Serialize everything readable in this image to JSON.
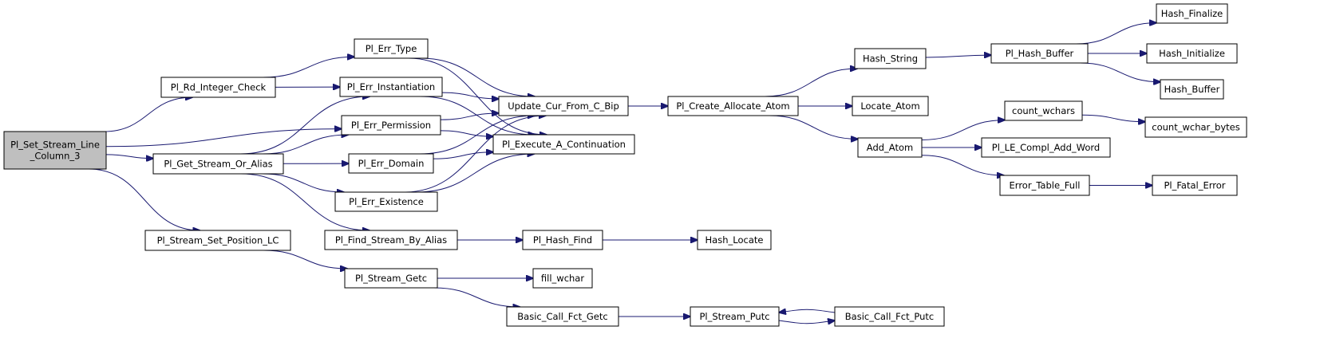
{
  "graph": {
    "root": "Pl_Set_Stream_Line_Column_3",
    "nodes": [
      {
        "id": "root",
        "label": [
          "Pl_Set_Stream_Line",
          "_Column_3"
        ]
      },
      {
        "id": "rd_int",
        "label": [
          "Pl_Rd_Integer_Check"
        ]
      },
      {
        "id": "get_stream",
        "label": [
          "Pl_Get_Stream_Or_Alias"
        ]
      },
      {
        "id": "set_pos",
        "label": [
          "Pl_Stream_Set_Position_LC"
        ]
      },
      {
        "id": "err_type",
        "label": [
          "Pl_Err_Type"
        ]
      },
      {
        "id": "err_inst",
        "label": [
          "Pl_Err_Instantiation"
        ]
      },
      {
        "id": "err_perm",
        "label": [
          "Pl_Err_Permission"
        ]
      },
      {
        "id": "err_dom",
        "label": [
          "Pl_Err_Domain"
        ]
      },
      {
        "id": "err_exist",
        "label": [
          "Pl_Err_Existence"
        ]
      },
      {
        "id": "find_alias",
        "label": [
          "Pl_Find_Stream_By_Alias"
        ]
      },
      {
        "id": "getc",
        "label": [
          "Pl_Stream_Getc"
        ]
      },
      {
        "id": "update_cur",
        "label": [
          "Update_Cur_From_C_Bip"
        ]
      },
      {
        "id": "exec_cont",
        "label": [
          "Pl_Execute_A_Continuation"
        ]
      },
      {
        "id": "hash_find",
        "label": [
          "Pl_Hash_Find"
        ]
      },
      {
        "id": "fill_wchar",
        "label": [
          "fill_wchar"
        ]
      },
      {
        "id": "basic_getc",
        "label": [
          "Basic_Call_Fct_Getc"
        ]
      },
      {
        "id": "create_atom",
        "label": [
          "Pl_Create_Allocate_Atom"
        ]
      },
      {
        "id": "hash_locate",
        "label": [
          "Hash_Locate"
        ]
      },
      {
        "id": "putc",
        "label": [
          "Pl_Stream_Putc"
        ]
      },
      {
        "id": "hash_string",
        "label": [
          "Hash_String"
        ]
      },
      {
        "id": "locate_atom",
        "label": [
          "Locate_Atom"
        ]
      },
      {
        "id": "add_atom",
        "label": [
          "Add_Atom"
        ]
      },
      {
        "id": "basic_putc",
        "label": [
          "Basic_Call_Fct_Putc"
        ]
      },
      {
        "id": "hash_buffer",
        "label": [
          "Pl_Hash_Buffer"
        ]
      },
      {
        "id": "count_wchars",
        "label": [
          "count_wchars"
        ]
      },
      {
        "id": "le_compl",
        "label": [
          "Pl_LE_Compl_Add_Word"
        ]
      },
      {
        "id": "err_table",
        "label": [
          "Error_Table_Full"
        ]
      },
      {
        "id": "h_finalize",
        "label": [
          "Hash_Finalize"
        ]
      },
      {
        "id": "h_init",
        "label": [
          "Hash_Initialize"
        ]
      },
      {
        "id": "h_buffer",
        "label": [
          "Hash_Buffer"
        ]
      },
      {
        "id": "count_wchar_bytes",
        "label": [
          "count_wchar_bytes"
        ]
      },
      {
        "id": "fatal",
        "label": [
          "Pl_Fatal_Error"
        ]
      }
    ],
    "edges": [
      [
        "root",
        "rd_int"
      ],
      [
        "root",
        "err_perm"
      ],
      [
        "root",
        "get_stream"
      ],
      [
        "root",
        "set_pos"
      ],
      [
        "rd_int",
        "err_type"
      ],
      [
        "rd_int",
        "err_inst"
      ],
      [
        "get_stream",
        "err_inst"
      ],
      [
        "get_stream",
        "err_perm"
      ],
      [
        "get_stream",
        "err_dom"
      ],
      [
        "get_stream",
        "err_exist"
      ],
      [
        "get_stream",
        "find_alias"
      ],
      [
        "set_pos",
        "getc"
      ],
      [
        "err_type",
        "update_cur"
      ],
      [
        "err_type",
        "exec_cont"
      ],
      [
        "err_inst",
        "update_cur"
      ],
      [
        "err_inst",
        "exec_cont"
      ],
      [
        "err_perm",
        "update_cur"
      ],
      [
        "err_perm",
        "exec_cont"
      ],
      [
        "err_dom",
        "update_cur"
      ],
      [
        "err_dom",
        "exec_cont"
      ],
      [
        "err_exist",
        "update_cur"
      ],
      [
        "err_exist",
        "exec_cont"
      ],
      [
        "find_alias",
        "hash_find"
      ],
      [
        "getc",
        "fill_wchar"
      ],
      [
        "getc",
        "basic_getc"
      ],
      [
        "update_cur",
        "create_atom"
      ],
      [
        "hash_find",
        "hash_locate"
      ],
      [
        "basic_getc",
        "putc"
      ],
      [
        "create_atom",
        "hash_string"
      ],
      [
        "create_atom",
        "locate_atom"
      ],
      [
        "create_atom",
        "add_atom"
      ],
      [
        "putc",
        "basic_putc"
      ],
      [
        "basic_putc",
        "putc"
      ],
      [
        "hash_string",
        "hash_buffer"
      ],
      [
        "hash_buffer",
        "h_finalize"
      ],
      [
        "hash_buffer",
        "h_init"
      ],
      [
        "hash_buffer",
        "h_buffer"
      ],
      [
        "add_atom",
        "count_wchars"
      ],
      [
        "add_atom",
        "le_compl"
      ],
      [
        "add_atom",
        "err_table"
      ],
      [
        "count_wchars",
        "count_wchar_bytes"
      ],
      [
        "err_table",
        "fatal"
      ]
    ]
  }
}
